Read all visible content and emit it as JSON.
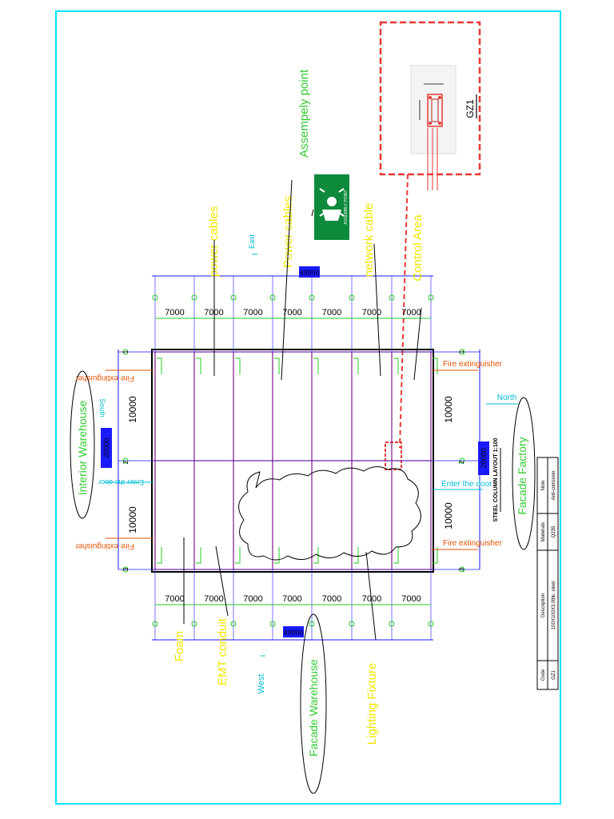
{
  "labels": {
    "assembly_point": "Assempely point",
    "power_cables_1": "power cables",
    "power_cables_2": "Power cables",
    "network_cable": "network cable",
    "control_area": "Control Area",
    "foam": "Foam",
    "emt_conduit": "EMT conduit",
    "facade_warehouse": "Facade  Warehouse",
    "lighting_fixture": "Lighting Fixture",
    "interior_warehouse": "Interior  Warehouse",
    "facade_factory": "Facade  Factory",
    "sign_caption": "ASSEMBLY POINT",
    "gz1": "GZ1"
  },
  "compass": {
    "east": "East",
    "west": "West",
    "south": "South",
    "north": "North"
  },
  "callouts": {
    "fire_ext_left": "Fire extinguisher",
    "fire_ext_right": "Fire extinguisher",
    "enter_door_left": "Enter the door",
    "enter_door_right": "Enter the door"
  },
  "dimensions": {
    "bay": "7000",
    "span": "10000",
    "total_length": "49000",
    "total_width": "20000"
  },
  "grid_numbers": [
    "1",
    "2",
    "3"
  ],
  "layout_title": "STEEL COLUMN LAYOUT 1:100",
  "table": {
    "headers": [
      "Code",
      "Description",
      "Materials",
      "Note"
    ],
    "row": [
      "GZ1",
      "100X100X3.0thk. steel",
      "Q235",
      "Anti-corrosion"
    ]
  },
  "colors": {
    "border": "#00e5ff",
    "frame": "#e53935",
    "grid_blue": "#1a1aff",
    "grid_green": "#22cc22",
    "label_yellow": "#f2e600",
    "label_green": "#33cc33",
    "cyan_text": "#00bcd4",
    "orange_text": "#e65100",
    "detail_red": "#e53935"
  }
}
